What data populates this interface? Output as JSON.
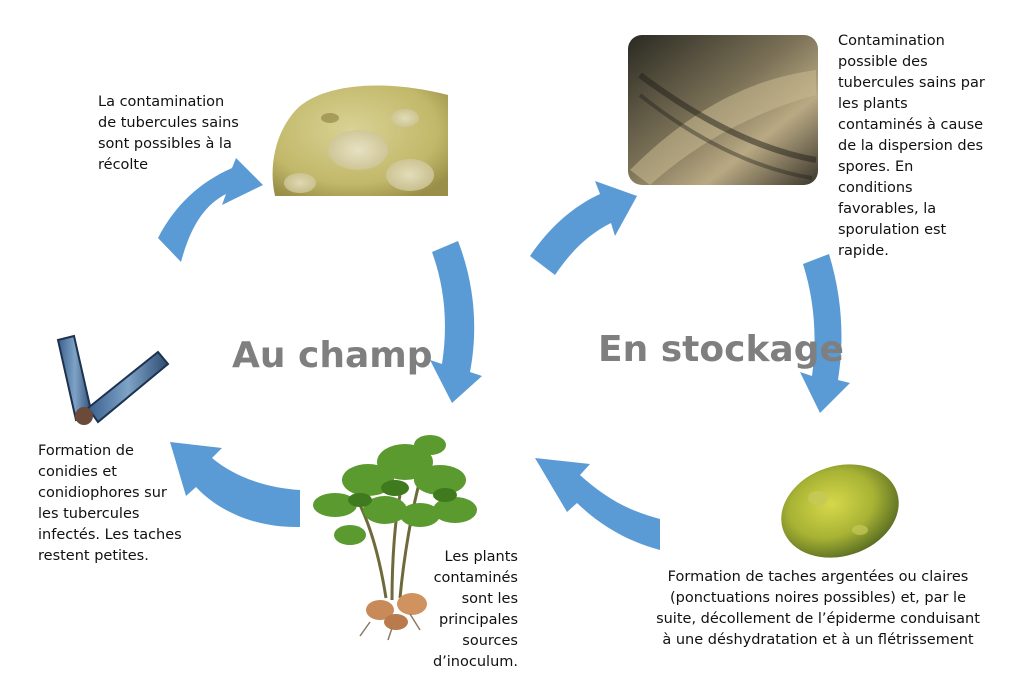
{
  "headings": {
    "field": "Au champ",
    "storage": "En stockage"
  },
  "captions": {
    "harvest": "La contamination\nde tubercules sains\nsont possibles à la\nrécolte",
    "storage": "Contamination\npossible des\ntubercules sains par\nles plants\ncontaminés à cause\nde la dispersion des\nspores. En\nconditions\nfavorables, la\nsporulation est\nrapide.",
    "conidia": "Formation de\nconidies et\nconidiophores sur\nles tubercules\ninfectés. Les taches\nrestent petites.",
    "plants": "Les plants\ncontaminés\nsont les\nprincipales\nsources\nd’inoculum.",
    "spots": "Formation de taches argentées ou claires\n(ponctuations noires possibles) et, par le\nsuite, décollement de l’épiderme conduisant\nà une déshydratation et à un flétrissement"
  },
  "colors": {
    "arrow": "#5b9bd5",
    "heading": "#7f7f7f",
    "text": "#111111"
  },
  "icons": {
    "tuber_closeup": "infected-tuber-closeup-icon",
    "storage_pile": "storage-pile-icon",
    "sprouts": "conidiophore-sprouts-icon",
    "plant": "potato-plant-icon",
    "tuber_green": "green-infected-tuber-icon"
  }
}
